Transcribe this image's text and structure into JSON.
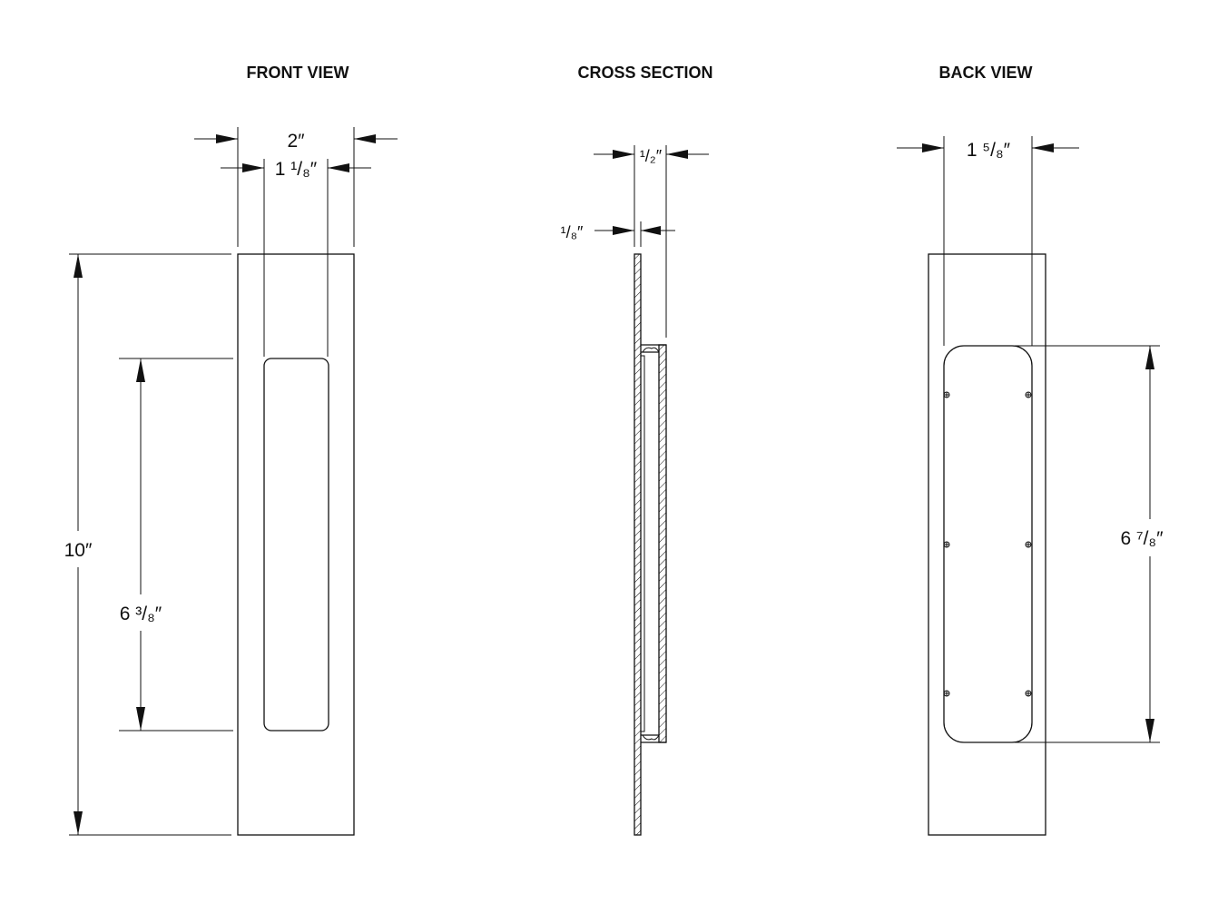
{
  "views": {
    "front": {
      "title": "FRONT VIEW"
    },
    "cross": {
      "title": "CROSS SECTION"
    },
    "back": {
      "title": "BACK VIEW"
    }
  },
  "dimensions": {
    "front_width": "2″",
    "front_inner_width": "1 ¹/₈″",
    "front_height": "10″",
    "front_inner_height": "6 ³/₈″",
    "cross_depth": "¹/₂″",
    "cross_plate": "¹/₈″",
    "back_width": "1 ⁵/₈″",
    "back_height": "6 ⁷/₈″"
  },
  "colors": {
    "line": "#111111",
    "background": "#ffffff"
  }
}
